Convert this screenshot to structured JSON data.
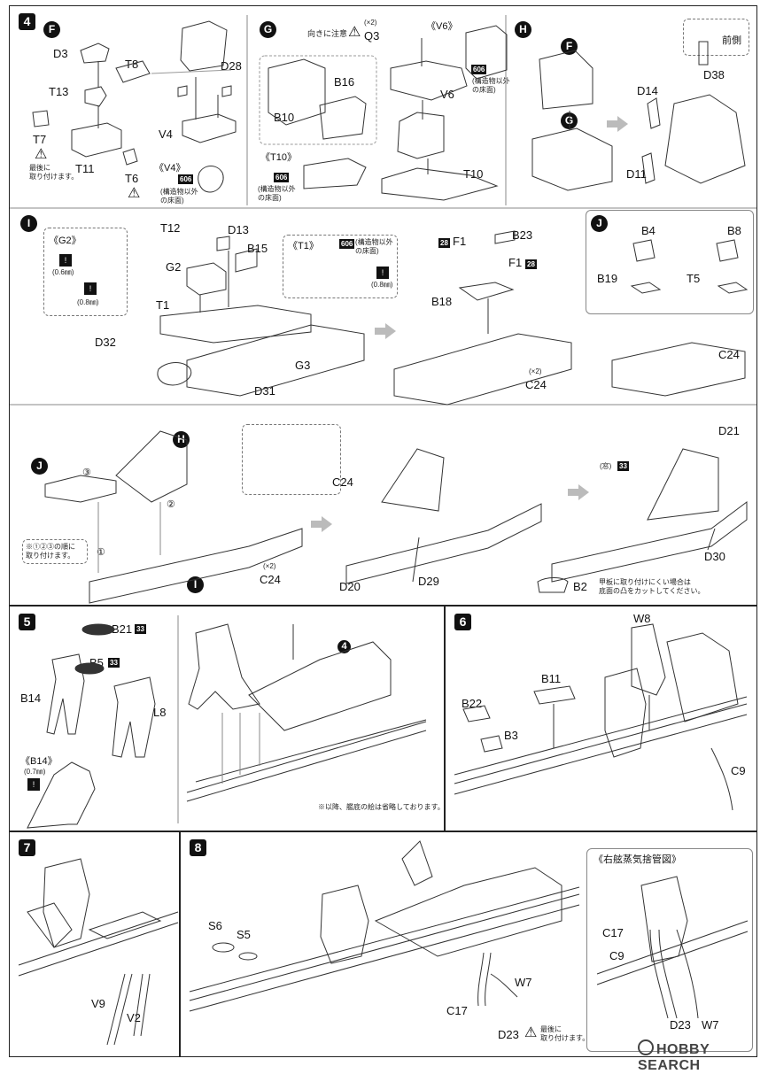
{
  "steps": {
    "s4": "4",
    "s5": "5",
    "s6": "6",
    "s7": "7",
    "s8": "8"
  },
  "groups": {
    "F": "F",
    "G": "G",
    "H": "H",
    "I": "I",
    "J": "J"
  },
  "step4": {
    "F": {
      "labels": [
        "D3",
        "T8",
        "T13",
        "D28",
        "V4",
        "T7",
        "T11",
        "T6"
      ],
      "note": "最後に\n取り付けます。",
      "v4_caption": "《V4》",
      "v4_paint": "606",
      "v4_note": "(構造物以外\nの床面)"
    },
    "G": {
      "warn_text": "向きに注意",
      "q3_label": "Q3",
      "q3_count": "(×2)",
      "v6_caption": "《V6》",
      "v6_paint": "606",
      "v6_note": "(構造物以外\nの床面)",
      "labels": [
        "B16",
        "B10",
        "V6",
        "T10"
      ],
      "t10_caption": "《T10》",
      "t10_paint": "606",
      "t10_note": "(構造物以外\nの床面)"
    },
    "H": {
      "front_label": "前側",
      "labels": [
        "D38",
        "D14",
        "D11"
      ]
    },
    "I": {
      "g2_caption": "《G2》",
      "g2_drill1": "(0.6㎜)",
      "g2_drill2": "(0.8㎜)",
      "labels": [
        "T12",
        "D13",
        "B15",
        "G2",
        "T1",
        "D32",
        "G3",
        "D31"
      ],
      "t1_caption": "《T1》",
      "t1_paint": "606",
      "t1_note": "(構造物以外\nの床面)",
      "t1_drill": "(0.8㎜)",
      "labels2": [
        "B23",
        "F1",
        "F1",
        "B18",
        "C24"
      ],
      "f1_paint": "28",
      "c24_count": "(×2)"
    },
    "J": {
      "labels": [
        "B4",
        "B8",
        "B19",
        "T5"
      ]
    },
    "J_c24": "C24",
    "assembly": {
      "order_note": "※①②③の順に\n取り付けます。",
      "c24": "C24",
      "c24_count": "(×2)",
      "c24_box": "C24",
      "labels": [
        "D20",
        "D29",
        "D21",
        "D30",
        "B2"
      ],
      "paint_label": "(窓)",
      "paint_33": "33",
      "b2_note": "甲板に取り付けにくい場合は\n底面の凸をカットしてください。",
      "num1": "①",
      "num2": "②",
      "num3": "③"
    }
  },
  "step5": {
    "labels": [
      "B21",
      "B5",
      "B14",
      "L8"
    ],
    "paint": "33",
    "b14_caption": "《B14》",
    "b14_drill": "(0.7㎜)",
    "ref_step": "4",
    "footnote": "※以降、艦底の絵は省略しております。"
  },
  "step6": {
    "labels": [
      "W8",
      "B11",
      "B22",
      "B3",
      "C9"
    ]
  },
  "step7": {
    "labels": [
      "V9",
      "V2"
    ]
  },
  "step8": {
    "labels": [
      "S6",
      "S5",
      "W7",
      "C17",
      "D23"
    ],
    "note": "最後に\n取り付けます。",
    "inset_caption": "《右舷蒸気捨管図》",
    "inset_labels": [
      "C17",
      "C9",
      "D23",
      "W7"
    ]
  },
  "watermark": "HOBBY SEARCH",
  "colors": {
    "ink": "#111111",
    "panel_border": "#222222",
    "arrow": "#bbbbbb",
    "paint_bg": "#111111"
  }
}
